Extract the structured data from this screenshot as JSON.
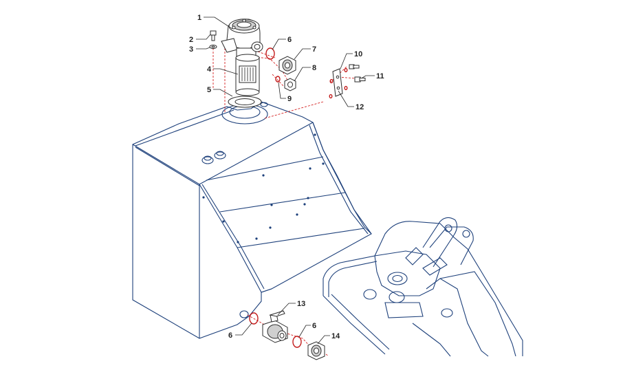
{
  "diagram": {
    "callouts": [
      {
        "id": "c1",
        "label": "1"
      },
      {
        "id": "c2",
        "label": "2"
      },
      {
        "id": "c3",
        "label": "3"
      },
      {
        "id": "c4",
        "label": "4"
      },
      {
        "id": "c5",
        "label": "5"
      },
      {
        "id": "c6a",
        "label": "6"
      },
      {
        "id": "c7",
        "label": "7"
      },
      {
        "id": "c8",
        "label": "8"
      },
      {
        "id": "c9",
        "label": "9"
      },
      {
        "id": "c10",
        "label": "10"
      },
      {
        "id": "c11",
        "label": "11"
      },
      {
        "id": "c12",
        "label": "12"
      },
      {
        "id": "c13",
        "label": "13"
      },
      {
        "id": "c6b",
        "label": "6"
      },
      {
        "id": "c6c",
        "label": "6"
      },
      {
        "id": "c14",
        "label": "14"
      }
    ],
    "colors": {
      "outline": "#1c3f7a",
      "o_ring": "#c21a1a",
      "assembly_path": "#d42020",
      "label": "#222222"
    }
  }
}
